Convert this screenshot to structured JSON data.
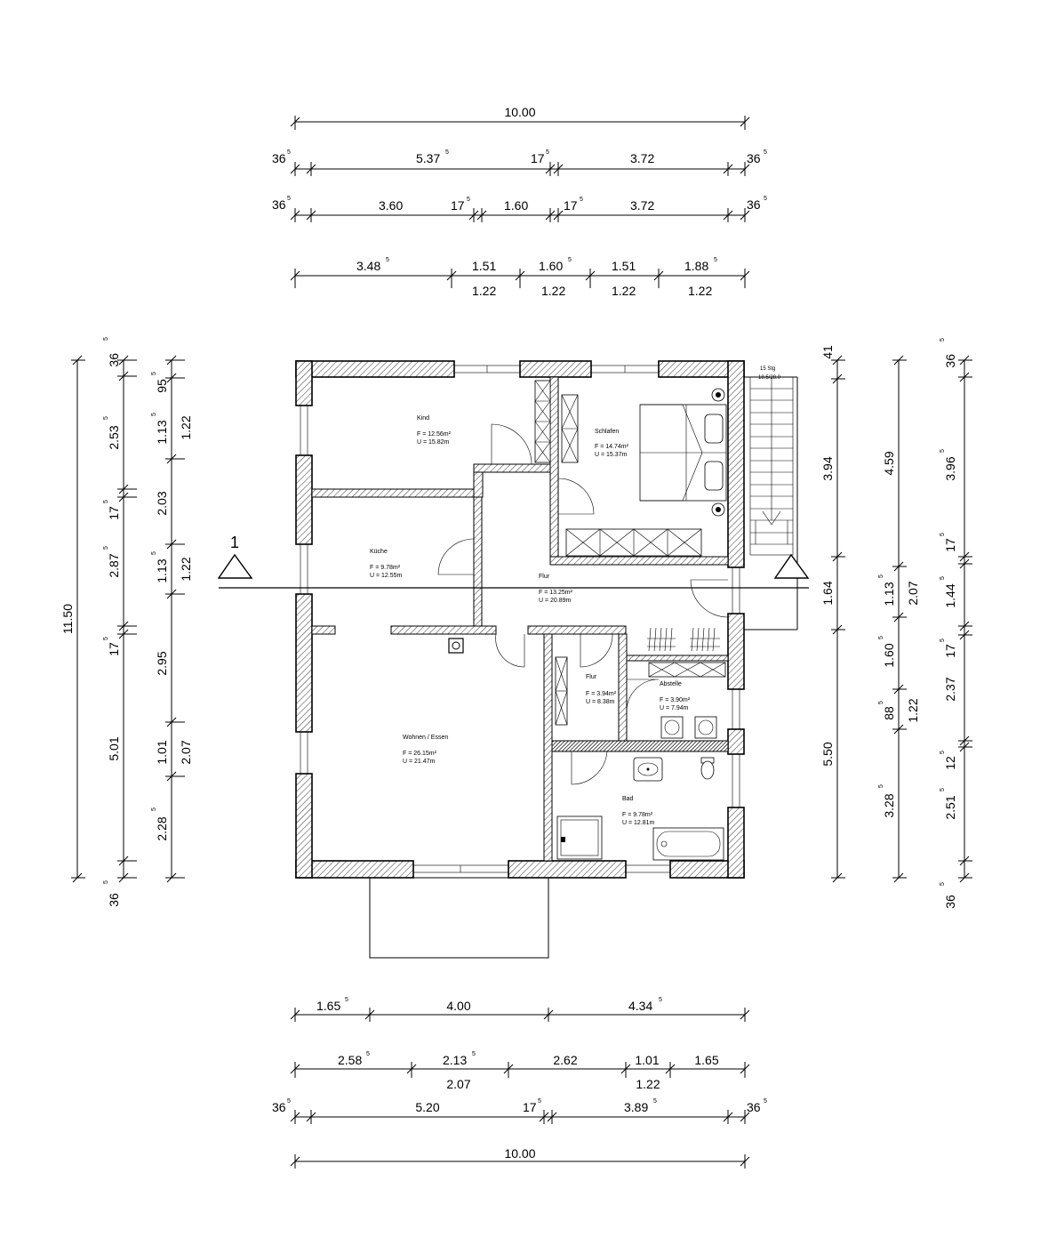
{
  "rooms": {
    "kind": {
      "name": "Kind",
      "area": "F = 12.56m²",
      "perimeter": "U = 15.82m"
    },
    "schlafen": {
      "name": "Schlafen",
      "area": "F = 14.74m²",
      "perimeter": "U = 15.37m"
    },
    "kueche": {
      "name": "Küche",
      "area": "F = 9.78m²",
      "perimeter": "U = 12.55m"
    },
    "flur": {
      "name": "Flur",
      "area": "F = 13.25m²",
      "perimeter": "U = 20.89m"
    },
    "flur2": {
      "name": "Flur",
      "area": "F = 3.94m²",
      "perimeter": "U = 8.38m"
    },
    "abstelle": {
      "name": "Abstelle",
      "area": "F = 3.90m²",
      "perimeter": "U = 7.94m"
    },
    "bad": {
      "name": "Bad",
      "area": "F = 9.78m²",
      "perimeter": "U = 12.81m"
    },
    "wohnen": {
      "name": "Wohnen / Essen",
      "area": "F = 26.15m²",
      "perimeter": "U = 21.47m"
    }
  },
  "stair": {
    "label": "15 Stg",
    "label2": "18.5/28.0"
  },
  "section_marker": {
    "label": "1"
  },
  "dims": {
    "top_total": "10.00",
    "t2": {
      "a": "36",
      "as": "5",
      "b": "5.37",
      "bs": "5",
      "c": "17",
      "cs": "5",
      "d": "3.72",
      "e": "36",
      "es": "5"
    },
    "t3": {
      "a": "36",
      "as": "5",
      "b": "3.60",
      "c": "17",
      "cs": "5",
      "d": "1.60",
      "e": "17",
      "es": "5",
      "f": "3.72",
      "g": "36",
      "gs": "5"
    },
    "t4": {
      "a": "3.48",
      "as": "5",
      "b": "1.51",
      "c": "1.60",
      "cs": "5",
      "d": "1.51",
      "e": "1.88",
      "es": "5"
    },
    "t4b": [
      "1.22",
      "1.22",
      "1.22",
      "1.22"
    ],
    "b1": {
      "a": "1.65",
      "as": "5",
      "b": "4.00",
      "c": "4.34",
      "cs": "5"
    },
    "b2": {
      "a": "2.58",
      "as": "5",
      "b": "2.13",
      "bs": "5",
      "c": "2.62",
      "d": "1.01",
      "e": "1.65"
    },
    "b2b": [
      "2.07",
      "1.22"
    ],
    "b3": {
      "a": "36",
      "as": "5",
      "b": "5.20",
      "c": "17",
      "cs": "5",
      "d": "3.89",
      "ds": "5",
      "e": "36",
      "es": "5"
    },
    "bottom_total": "10.00",
    "left_total": "11.50",
    "l2": {
      "a": "36",
      "as": "5",
      "b": "2.53",
      "bs": "5",
      "c": "17",
      "cs": "5",
      "d": "2.87",
      "ds": "5",
      "e": "17",
      "es": "5",
      "f": "5.01",
      "g": "36",
      "gs": "5"
    },
    "l3": {
      "a": "95",
      "as": "5",
      "b": "1.13",
      "bs": "5",
      "c": "2.03",
      "d": "1.13",
      "ds": "5",
      "e": "2.95",
      "f": "1.01",
      "g": "2.28",
      "gs": "5"
    },
    "l4": {
      "a": "1.22",
      "b": "1.22",
      "c": "2.07"
    },
    "r1": {
      "a": "41",
      "b": "3.94",
      "c": "1.64",
      "d": "5.50"
    },
    "r2": {
      "a": "4.59",
      "b": "1.13",
      "bs": "5",
      "c": "1.60",
      "cs": "5",
      "d": "88",
      "ds": "5",
      "e": "3.28",
      "es": "5"
    },
    "r2b": {
      "a": "2.07",
      "b": "1.22"
    },
    "r3": {
      "a": "36",
      "as": "5",
      "b": "3.96",
      "bs": "5",
      "c": "17",
      "cs": "5",
      "d": "1.44",
      "ds": "5",
      "e": "17",
      "es": "5",
      "f": "2.37",
      "g": "12",
      "gs": "5",
      "h": "2.51",
      "hs": "5",
      "i": "36",
      "is": "5"
    }
  }
}
